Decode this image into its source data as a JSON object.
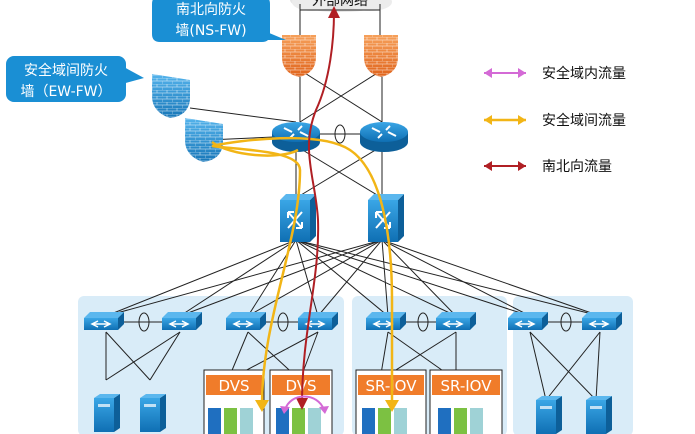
{
  "cloud": {
    "label": "外部网络"
  },
  "callouts": {
    "ns_fw": {
      "line1": "南北向防火",
      "line2": "墙(NS-FW)"
    },
    "ew_fw": {
      "line1": "安全域间防火",
      "line2": "墙（EW-FW）"
    }
  },
  "legend": {
    "items": [
      {
        "label": "安全域内流量",
        "color": "#d46ad6"
      },
      {
        "label": "安全域间流量",
        "color": "#f2b516"
      },
      {
        "label": "南北向流量",
        "color": "#b01f24"
      }
    ]
  },
  "hosts": {
    "dvs_1": "DVS",
    "dvs_2": "DVS",
    "sriov_1": "SR-IOV",
    "sriov_2": "SR-IOV"
  },
  "colors": {
    "firewall": "#ef7f2e",
    "blue_firewall": "#1f8fd6",
    "router": "#1a88cc",
    "zone_bg": "#d9ecf8",
    "callout_bg": "#1a8fd4",
    "host_label_bg": "#f07c2a"
  }
}
